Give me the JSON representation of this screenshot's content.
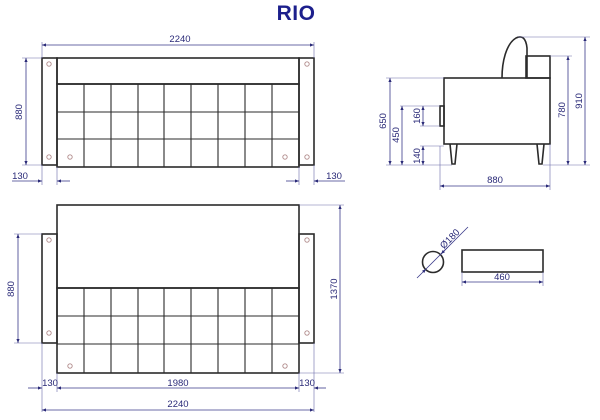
{
  "title": "RIO",
  "colors": {
    "title": "#1c1f8c",
    "outline": "#2b2b2b",
    "dimension": "#2a2a78",
    "screw_holes": "#b08a8a"
  },
  "top_view": {
    "dim_total_width": "2240",
    "dim_depth": "880",
    "dim_left_arm": "130",
    "dim_right_arm": "130",
    "grid_columns": 9,
    "grid_rows": 3
  },
  "side_view": {
    "dim_seat_top": "650",
    "dim_seat_base": "450",
    "dim_cushion": "160",
    "dim_leg": "140",
    "dim_arm_height": "780",
    "dim_total_height": "910",
    "dim_depth": "880"
  },
  "unfolded_view": {
    "dim_depth": "880",
    "dim_unfolded_length": "1370",
    "dim_left_arm": "130",
    "dim_sleeping_width": "1980",
    "dim_right_arm": "130",
    "dim_total_width": "2240"
  },
  "bolster": {
    "dim_diameter": "Ø180",
    "dim_length": "460"
  }
}
